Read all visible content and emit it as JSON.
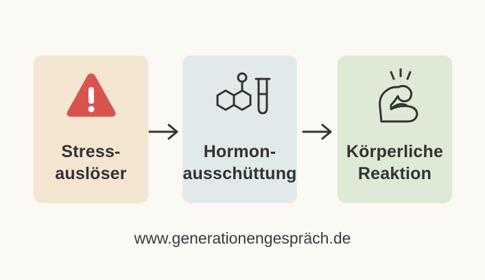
{
  "steps": [
    {
      "line1": "Stress-",
      "line2": "auslöser",
      "icon": "warning-triangle-icon",
      "color": "#d9534f"
    },
    {
      "line1": "Hormon-",
      "line2": "ausschüttung",
      "icon": "molecule-test-tube-icon"
    },
    {
      "line1": "Körperliche",
      "line2": "Reaktion",
      "icon": "flexed-arm-icon"
    }
  ],
  "footer": {
    "url": "www.generationengespräch.de"
  }
}
